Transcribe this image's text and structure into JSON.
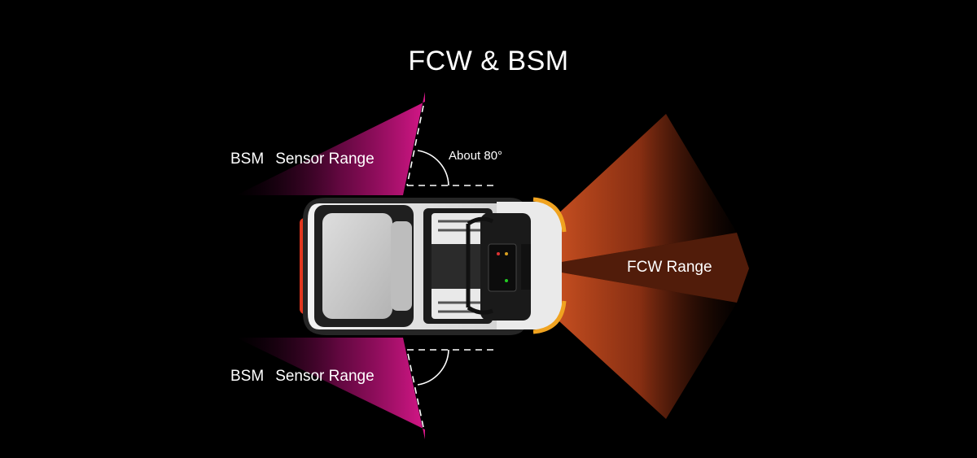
{
  "title": "FCW & BSM",
  "bsm": {
    "sensor_label": "BSM",
    "range_label": "Sensor Range"
  },
  "angle_label": "About 80°",
  "fcw_label": "FCW Range",
  "colors": {
    "background": "#000000",
    "bsm_zone": "#d1168a",
    "fcw_zone": "#e8501c",
    "rear_light": "#e2371e",
    "amber_strip": "#f0a320",
    "seat": "#c9c9c9",
    "body": "#2a2a2a"
  }
}
